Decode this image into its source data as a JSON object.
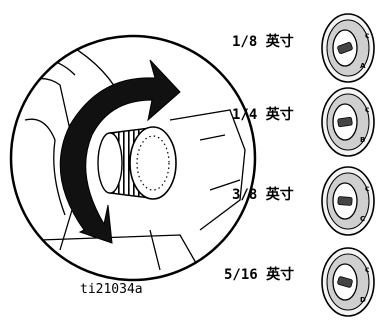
{
  "figure_id": "ti21034a",
  "settings": [
    {
      "size": "1/8 英寸",
      "letter": "A"
    },
    {
      "size": "1/4 英寸",
      "letter": "B"
    },
    {
      "size": "3/8 英寸",
      "letter": "C"
    },
    {
      "size": "5/16 英寸",
      "letter": "D"
    }
  ],
  "dial_top_letter": "C"
}
